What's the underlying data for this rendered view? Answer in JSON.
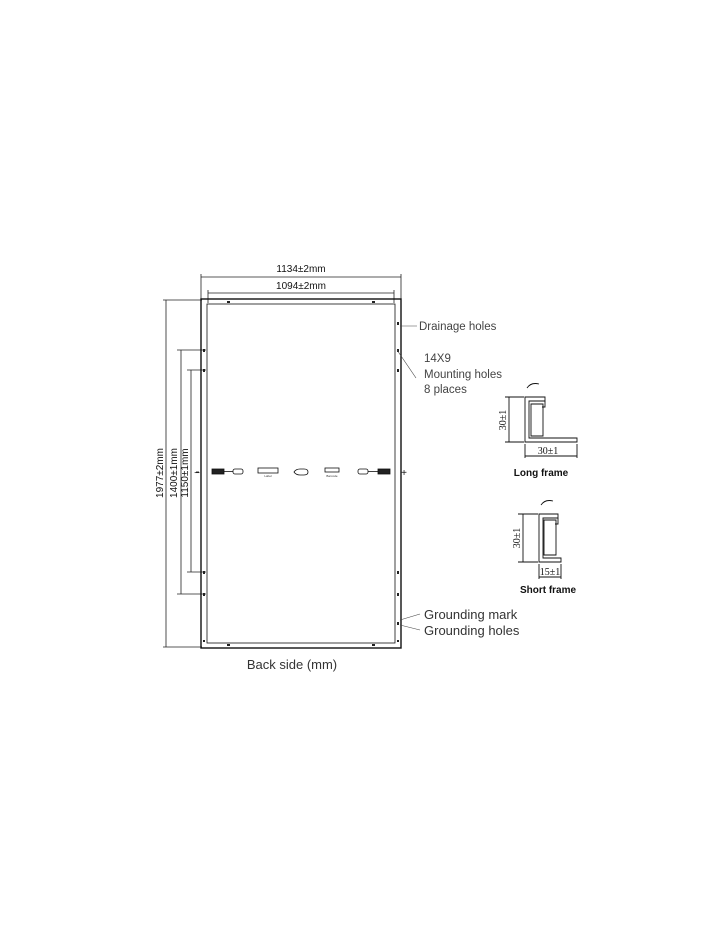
{
  "dimensions": {
    "outer_width": "1134±2mm",
    "inner_width": "1094±2mm",
    "height": "1977±2mm",
    "mount_spacing_1": "1400±1mm",
    "mount_spacing_2": "1150±1mm"
  },
  "callouts": {
    "drainage": "Drainage holes",
    "mount_count": "14X9",
    "mount_label": "Mounting holes",
    "mount_places": "8 places",
    "grounding_mark": "Grounding mark",
    "grounding_holes": "Grounding holes"
  },
  "junction": {
    "minus": "−",
    "plus": "+",
    "label_left": "Label",
    "label_right": "Barcode"
  },
  "long_frame": {
    "height": "30±1",
    "width": "30±1",
    "caption": "Long frame"
  },
  "short_frame": {
    "height": "30±1",
    "width": "15±1",
    "caption": "Short frame"
  },
  "caption": "Back side (mm)"
}
